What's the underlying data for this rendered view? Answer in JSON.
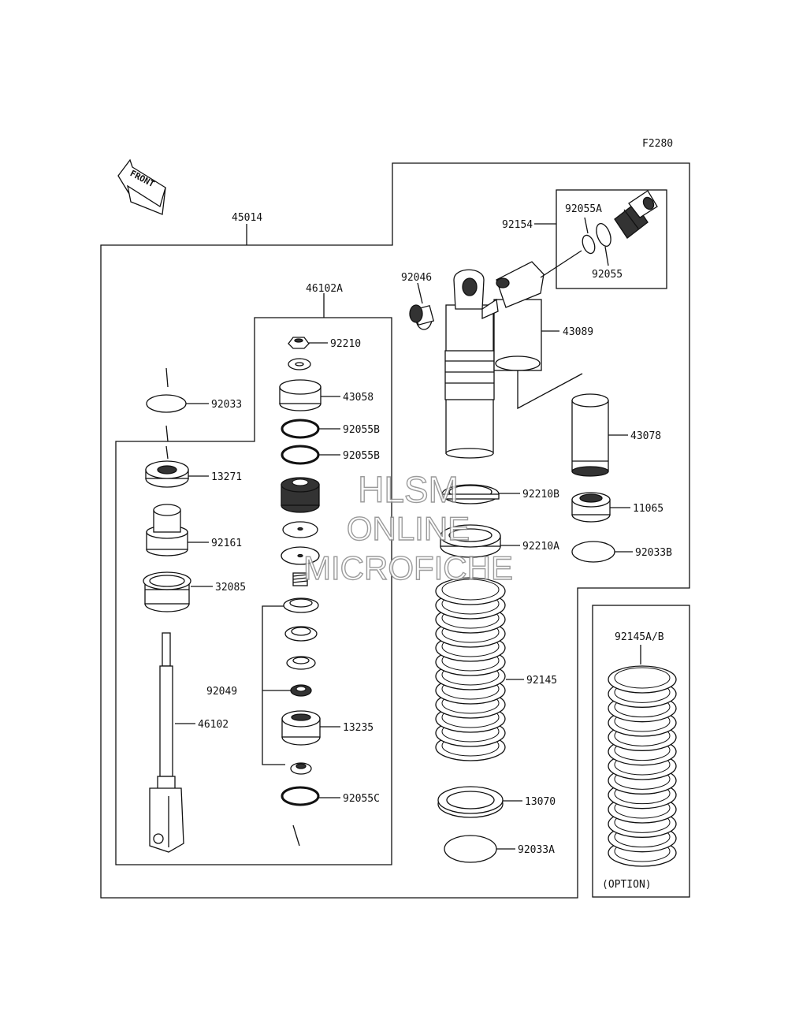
{
  "figure_code": "F2280",
  "front_label": "FRONT",
  "option_label": "(OPTION)",
  "watermark": [
    "HLSM",
    "ONLINE",
    "MICROFICHE"
  ],
  "parts": {
    "p45014": "45014",
    "p46102A": "46102A",
    "p92210": "92210",
    "p43058": "43058",
    "p92055B_1": "92055B",
    "p92055B_2": "92055B",
    "p92033": "92033",
    "p13271": "13271",
    "p92161": "92161",
    "p32085": "32085",
    "p92049": "92049",
    "p46102": "46102",
    "p13235": "13235",
    "p92055C": "92055C",
    "p92154": "92154",
    "p92055A": "92055A",
    "p92055": "92055",
    "p92046": "92046",
    "p43089": "43089",
    "p43078": "43078",
    "p92210B": "92210B",
    "p11065": "11065",
    "p92210A": "92210A",
    "p92033B": "92033B",
    "p92145": "92145",
    "p13070": "13070",
    "p92033A": "92033A",
    "p92145AB": "92145A/B"
  }
}
